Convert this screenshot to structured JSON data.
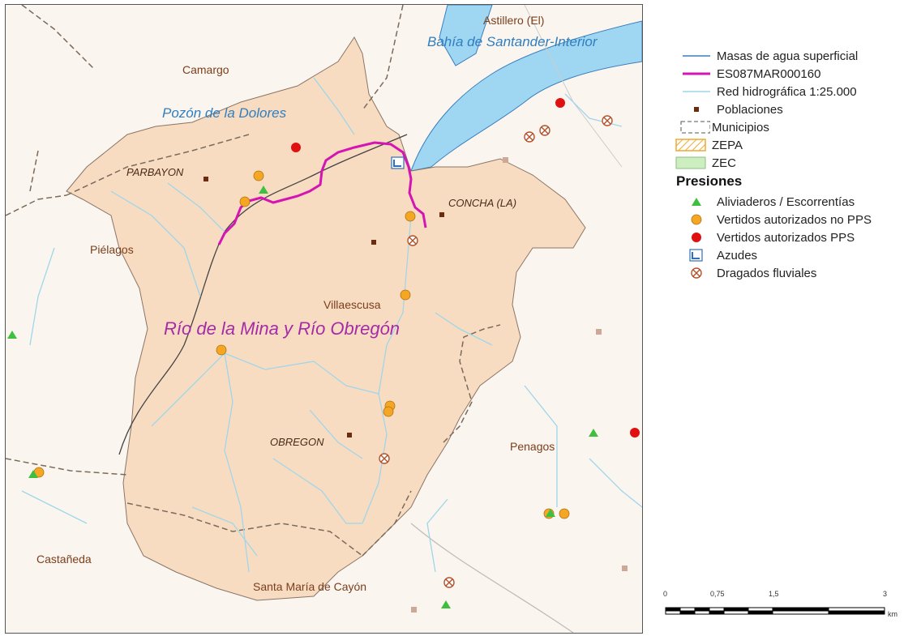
{
  "map": {
    "municipalities": [
      "Camargo",
      "Piélagos",
      "Castañeda",
      "Penagos",
      "Santa María de Cayón",
      "Astillero (El)",
      "Villaescusa"
    ],
    "populations": [
      "PARBAYON",
      "CONCHA (LA)",
      "OBREGON"
    ],
    "water_labels": [
      "Bahía de Santander-Interior",
      "Pozón de la Dolores"
    ],
    "basin_label": "Río de la Mina y Río Obregón"
  },
  "legend": {
    "items": [
      {
        "symbol": "line-blue-icon",
        "label": "Masas de agua superficial",
        "color": "#3a7fc1"
      },
      {
        "symbol": "line-magenta-icon",
        "label": "ES087MAR000160",
        "color": "#d415b3"
      },
      {
        "symbol": "line-cyan-icon",
        "label": "Red hidrográfica 1:25.000",
        "color": "#9fd6ea"
      },
      {
        "symbol": "brown-square-icon",
        "label": "Poblaciones",
        "color": "#6b2d10"
      },
      {
        "symbol": "dashed-box-icon",
        "label": "Municipios",
        "color": "#555555"
      },
      {
        "symbol": "hatched-box-icon",
        "label": "ZEPA",
        "color": "#f0a830"
      },
      {
        "symbol": "green-box-icon",
        "label": "ZEC",
        "color": "#cdeec0"
      }
    ],
    "section_title": "Presiones",
    "pressures": [
      {
        "symbol": "green-triangle-icon",
        "label": "Aliviaderos / Escorrentías",
        "color": "#3fbf3f"
      },
      {
        "symbol": "orange-circle-icon",
        "label": "Vertidos autorizados no PPS",
        "color": "#f5a623"
      },
      {
        "symbol": "red-circle-icon",
        "label": "Vertidos autorizados PPS",
        "color": "#e01010"
      },
      {
        "symbol": "weir-icon",
        "label": "Azudes",
        "color": "#2f6fbf"
      },
      {
        "symbol": "cross-circle-icon",
        "label": "Dragados fluviales",
        "color": "#b0522a"
      }
    ]
  },
  "scalebar": {
    "ticks": [
      "0",
      "0,75",
      "1,5",
      "3"
    ],
    "unit": "km"
  }
}
